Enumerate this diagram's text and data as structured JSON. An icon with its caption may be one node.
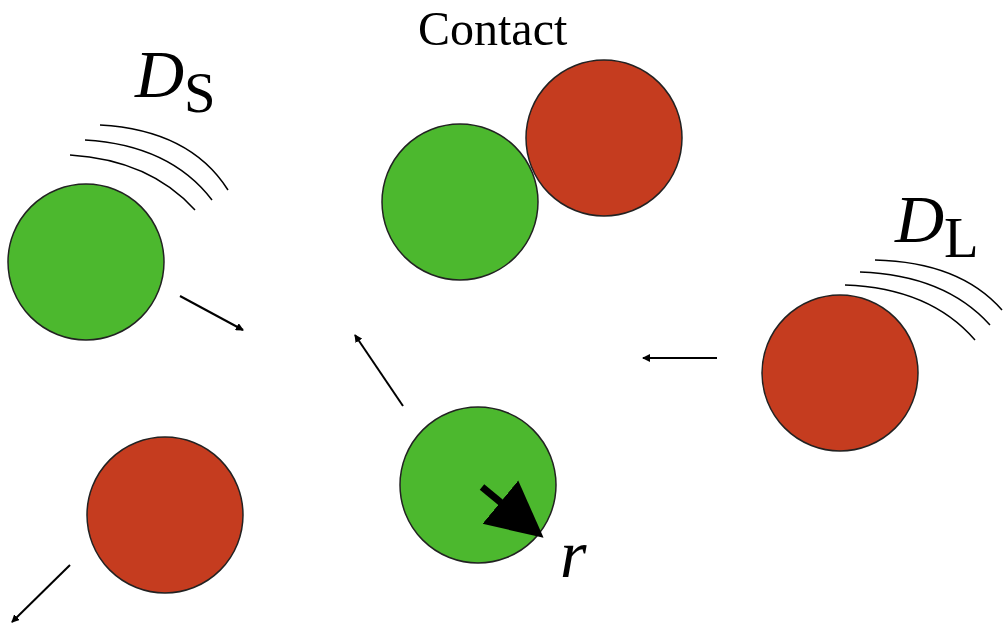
{
  "diagram": {
    "labels": [
      "Contact",
      "*D*$_{S}$",
      "*D*$_{L}$",
      "*r*"
    ]
  }
}
